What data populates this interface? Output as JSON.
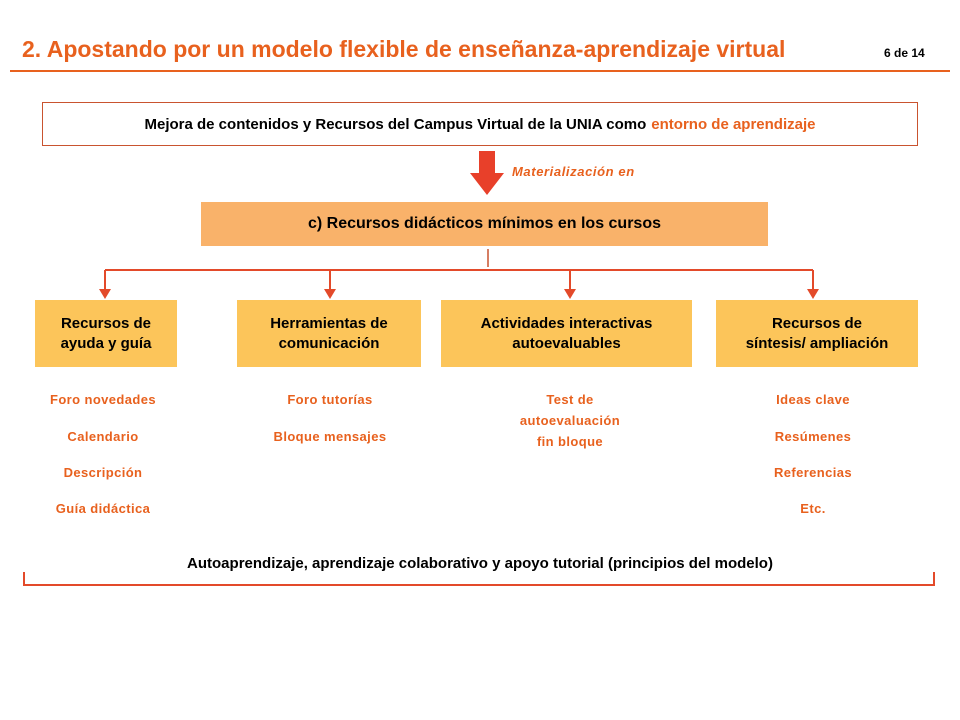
{
  "header": {
    "title": "2. Apostando por un modelo flexible de enseñanza-aprendizaje virtual",
    "page_number": "6 de 14"
  },
  "top_box": {
    "text": "Mejora de contenidos y Recursos del Campus Virtual de la UNIA como",
    "highlight": "entorno de aprendizaje"
  },
  "arrow_label": "Materialización en",
  "middle_box": "c) Recursos didácticos mínimos en los cursos",
  "categories": [
    {
      "line1": "Recursos de",
      "line2": "ayuda y guía",
      "items": [
        "Foro novedades",
        "Calendario",
        "Descripción",
        "Guía didáctica"
      ]
    },
    {
      "line1": "Herramientas de",
      "line2": "comunicación",
      "items": [
        "Foro tutorías",
        "Bloque mensajes"
      ]
    },
    {
      "line1": "Actividades interactivas",
      "line2": "autoevaluables",
      "items": [
        "Test de",
        "autoevaluación",
        "fin bloque"
      ]
    },
    {
      "line1": "Recursos de",
      "line2": "síntesis/ ampliación",
      "items": [
        "Ideas clave",
        "Resúmenes",
        "Referencias",
        "Etc."
      ]
    }
  ],
  "footer": "Autoaprendizaje, aprendizaje colaborativo y apoyo tutorial (principios del modelo)",
  "colors": {
    "accent": "#e8611e",
    "middle_box": "#f9b26a",
    "category_box": "#fcc55a",
    "arrow": "#e8402a"
  }
}
